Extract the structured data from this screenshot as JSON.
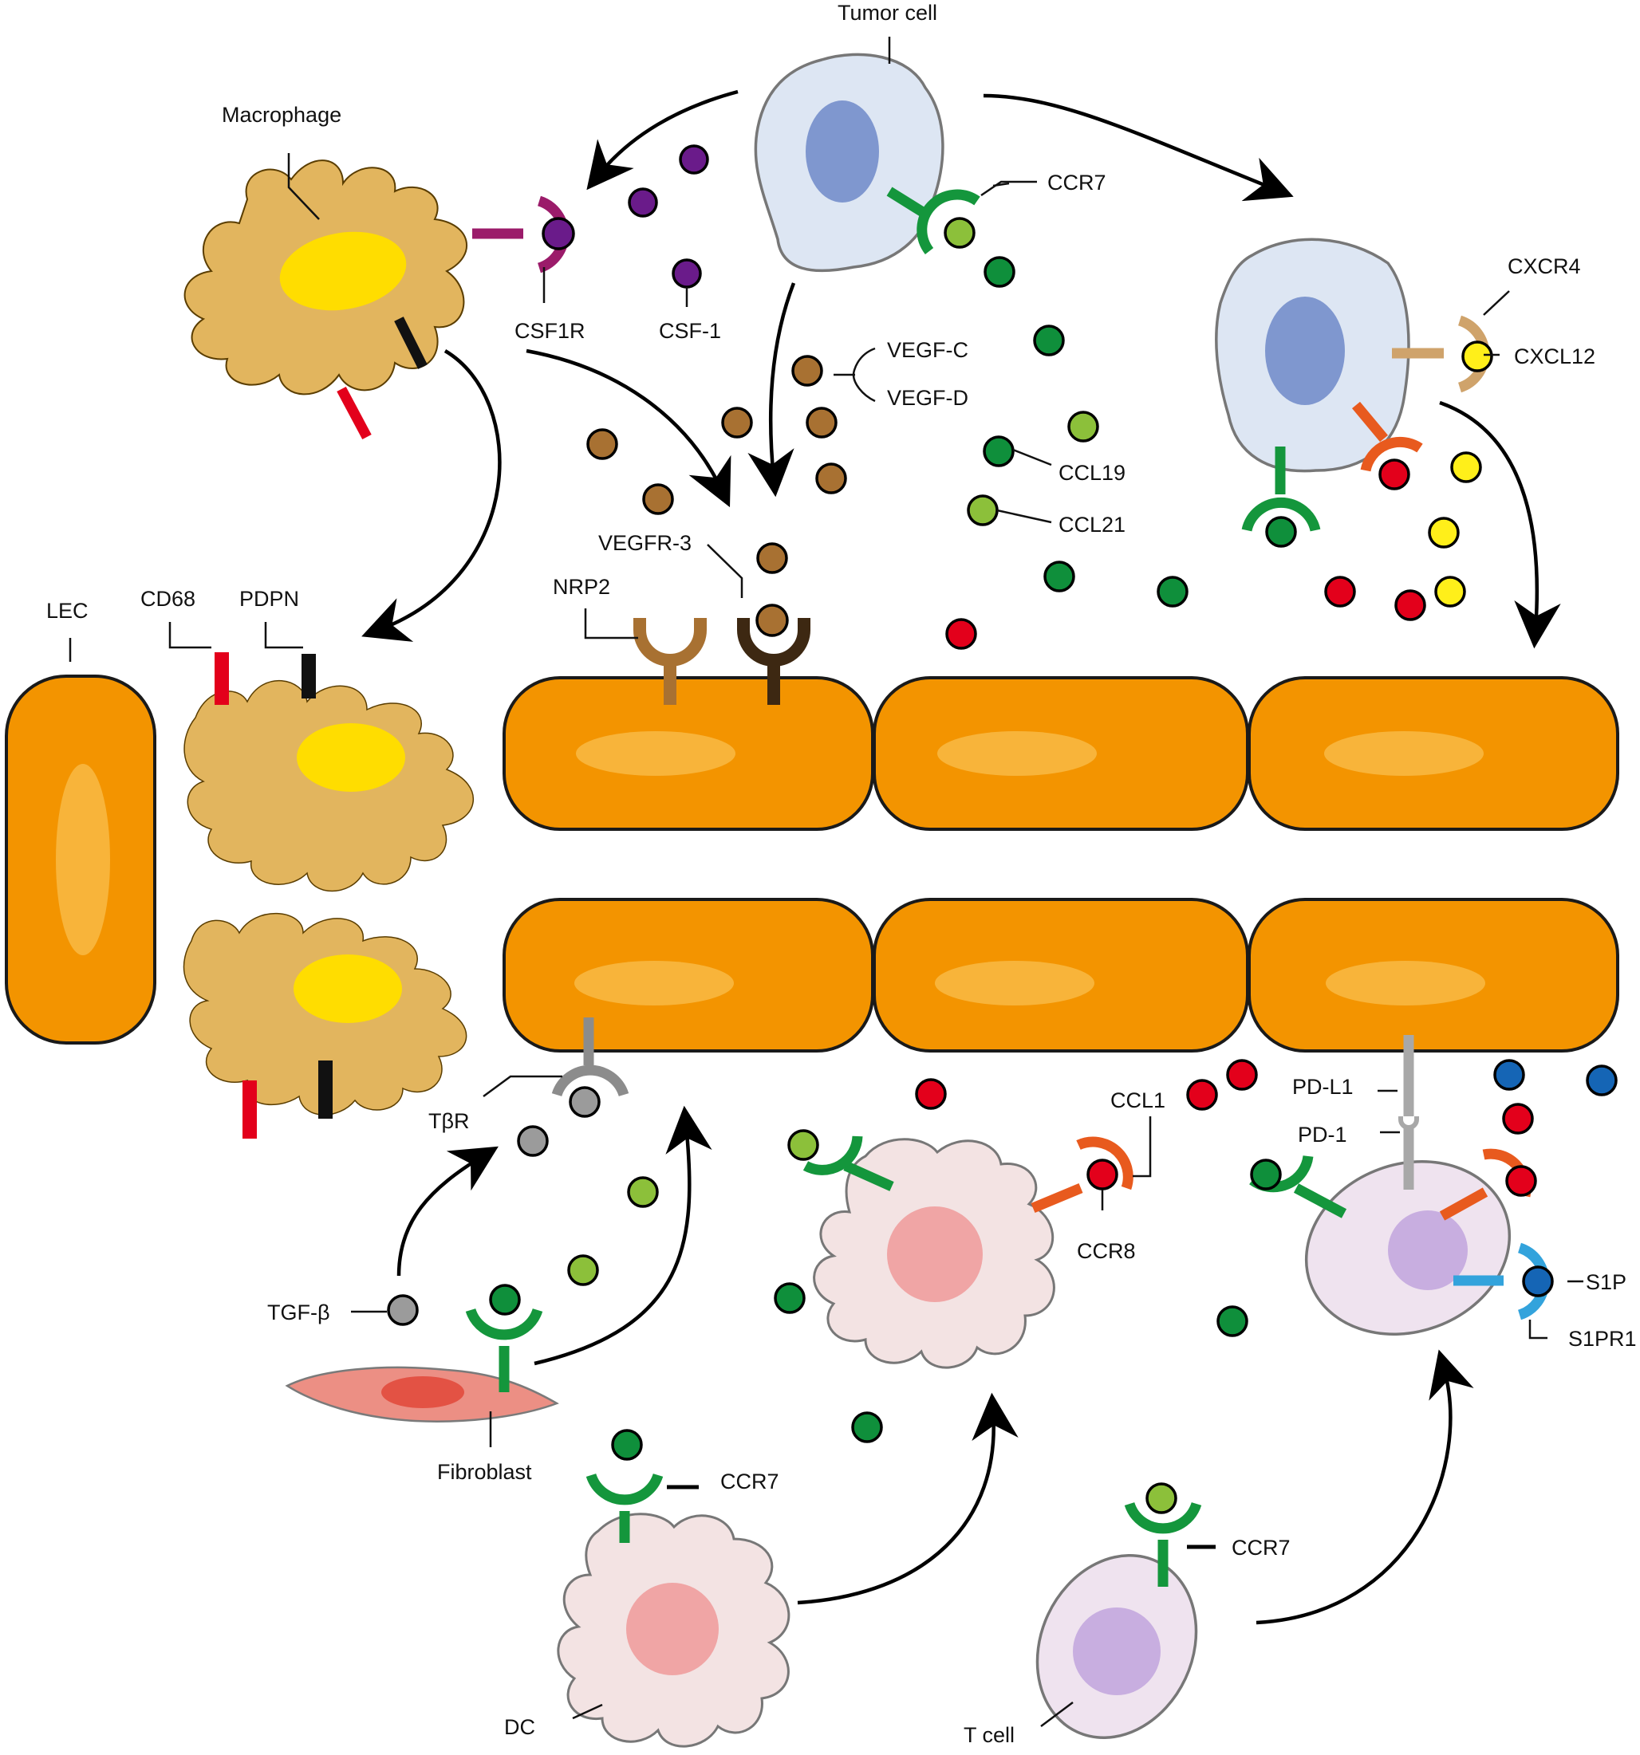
{
  "labels": {
    "tumor_cell": "Tumor cell",
    "macrophage": "Macrophage",
    "ccr7_tumor": "CCR7",
    "csf1r": "CSF1R",
    "csf1": "CSF-1",
    "vegf_c": "VEGF-C",
    "vegf_d": "VEGF-D",
    "ccl19": "CCL19",
    "ccl21": "CCL21",
    "cxcr4": "CXCR4",
    "cxcl12": "CXCL12",
    "vegfr3": "VEGFR-3",
    "nrp2": "NRP2",
    "lec": "LEC",
    "cd68": "CD68",
    "pdpn": "PDPN",
    "tbr": "TβR",
    "tgfb": "TGF-β",
    "fibroblast": "Fibroblast",
    "ccl1": "CCL1",
    "ccr8": "CCR8",
    "pdl1": "PD-L1",
    "pd1": "PD-1",
    "s1p": "S1P",
    "s1pr1": "S1PR1",
    "ccr7_dc": "CCR7",
    "ccr7_tcell": "CCR7",
    "dc": "DC",
    "t_cell": "T cell"
  },
  "colors": {
    "lymph_vessel": "#f39400",
    "macrophage": "#e2b55e",
    "tumor_cell": "#dde6f3",
    "dc": "#f3e3e3",
    "t_cell": "#efe3ef",
    "fibroblast": "#ec8f84",
    "ccr7": "#14963c",
    "ccl19": "#0f8f3b",
    "ccl21": "#8cc03a",
    "csf1": "#6a1b8a",
    "csf1r": "#9b1b6a",
    "vegf": "#a87132",
    "cxcl12": "#ffef1a",
    "ccl1": "#e3001b",
    "ccr8": "#e85a1e",
    "s1p": "#1565b5",
    "s1pr1": "#33a3dc",
    "tgfb": "#9b9b9b",
    "cd68": "#e3001b",
    "pdpn": "#111111"
  }
}
